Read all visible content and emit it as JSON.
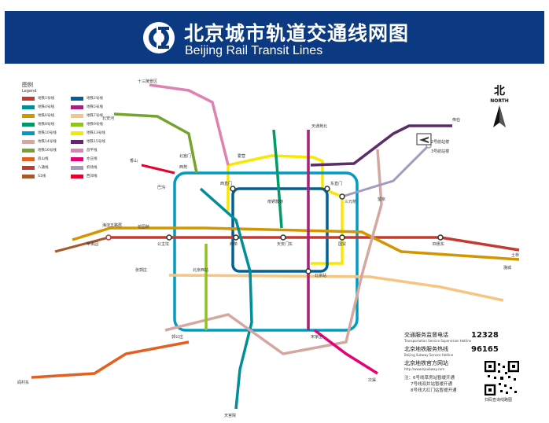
{
  "header": {
    "title_cn": "北京城市轨道交通线网图",
    "title_en": "Beijing Rail Transit Lines",
    "background": "#0c3a82"
  },
  "legend": {
    "title": "图例",
    "subtitle": "Legend",
    "items": [
      {
        "label": "地铁1号线",
        "color": "#c23a30"
      },
      {
        "label": "地铁2号线",
        "color": "#006098"
      },
      {
        "label": "地铁4号线",
        "color": "#008e9c"
      },
      {
        "label": "地铁5号线",
        "color": "#a6217f"
      },
      {
        "label": "地铁6号线",
        "color": "#d29700"
      },
      {
        "label": "地铁7号线",
        "color": "#f6c582"
      },
      {
        "label": "地铁8号线",
        "color": "#009b6b"
      },
      {
        "label": "地铁9号线",
        "color": "#8fc31f"
      },
      {
        "label": "地铁10号线",
        "color": "#009bc0"
      },
      {
        "label": "地铁13号线",
        "color": "#f9e700"
      },
      {
        "label": "地铁14号线",
        "color": "#d5a7a1"
      },
      {
        "label": "地铁15号线",
        "color": "#5b2c68"
      },
      {
        "label": "地铁16号线",
        "color": "#76a32e"
      },
      {
        "label": "昌平线",
        "color": "#de82b2"
      },
      {
        "label": "房山线",
        "color": "#e46022"
      },
      {
        "label": "亦庄线",
        "color": "#e40077"
      },
      {
        "label": "八通线",
        "color": "#c23a30"
      },
      {
        "label": "机场线",
        "color": "#a29bbb"
      },
      {
        "label": "S1线",
        "color": "#a45a2a"
      },
      {
        "label": "西郊线",
        "color": "#e6002d"
      }
    ]
  },
  "north": {
    "cn": "北",
    "en": "NORTH"
  },
  "hotlines": [
    {
      "label": "交通服务监督电话",
      "sub": "Transportation Service Supervision Hotline",
      "value": "12328"
    },
    {
      "label": "北京地铁服务热线",
      "sub": "Beijing Subway Service Hotline",
      "value": "96165"
    },
    {
      "label": "北京地铁官方网站",
      "sub": "http://www.bjsubway.com",
      "value": ""
    }
  ],
  "notes": [
    "注：6号线草房站暂缓开通",
    "7号线双井站暂缓开通",
    "8号线大红门站暂缓开通"
  ],
  "qr_caption": "扫码查询线路图",
  "stations": [
    {
      "id": "s1",
      "label": "苹果园"
    },
    {
      "id": "s2",
      "label": "公主坟"
    },
    {
      "id": "s3",
      "label": "西单"
    },
    {
      "id": "s4",
      "label": "天安门东"
    },
    {
      "id": "s5",
      "label": "国贸"
    },
    {
      "id": "s6",
      "label": "四惠东"
    },
    {
      "id": "s7",
      "label": "西直门"
    },
    {
      "id": "s8",
      "label": "东直门"
    },
    {
      "id": "s9",
      "label": "北京站"
    },
    {
      "id": "s10",
      "label": "宋家庄"
    },
    {
      "id": "s11",
      "label": "天通苑北"
    },
    {
      "id": "s12",
      "label": "海淀五路居"
    },
    {
      "id": "s13",
      "label": "潞城"
    },
    {
      "id": "s14",
      "label": "天宫院"
    },
    {
      "id": "s15",
      "label": "南锣鼓巷"
    },
    {
      "id": "s16",
      "label": "郭公庄"
    },
    {
      "id": "s17",
      "label": "巴沟"
    },
    {
      "id": "s18",
      "label": "霍营"
    },
    {
      "id": "s19",
      "label": "望京"
    },
    {
      "id": "s20",
      "label": "俸伯"
    },
    {
      "id": "s21",
      "label": "十三陵景区"
    },
    {
      "id": "s22",
      "label": "阎村东"
    },
    {
      "id": "s23",
      "label": "次渠"
    },
    {
      "id": "s24",
      "label": "三元桥"
    },
    {
      "id": "s25",
      "label": "2号航站楼"
    },
    {
      "id": "s26",
      "label": "3号航站楼"
    },
    {
      "id": "s27",
      "label": "北安河"
    },
    {
      "id": "s28",
      "label": "西苑"
    },
    {
      "id": "s29",
      "label": "香山"
    },
    {
      "id": "s30",
      "label": "花园桥"
    },
    {
      "id": "s31",
      "label": "北宫门"
    },
    {
      "id": "s32",
      "label": "土桥"
    },
    {
      "id": "s33",
      "label": "北京西站"
    },
    {
      "id": "s34",
      "label": "张郭庄"
    }
  ]
}
